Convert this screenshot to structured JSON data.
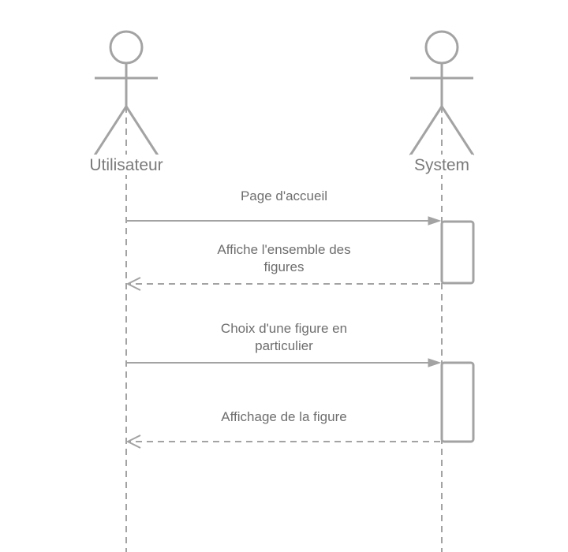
{
  "actors": {
    "user": {
      "label": "Utilisateur"
    },
    "system": {
      "label": "System"
    }
  },
  "messages": [
    {
      "lines": [
        "Page d'accueil"
      ],
      "kind": "sync",
      "from": "user",
      "to": "system"
    },
    {
      "lines": [
        "Affiche l'ensemble des",
        "figures"
      ],
      "kind": "return",
      "from": "system",
      "to": "user"
    },
    {
      "lines": [
        "Choix d'une figure en",
        "particulier"
      ],
      "kind": "sync",
      "from": "user",
      "to": "system"
    },
    {
      "lines": [
        "Affichage de la figure"
      ],
      "kind": "return",
      "from": "system",
      "to": "user"
    }
  ],
  "colors": {
    "line": "#a3a3a3",
    "text": "#6e6e6e"
  }
}
